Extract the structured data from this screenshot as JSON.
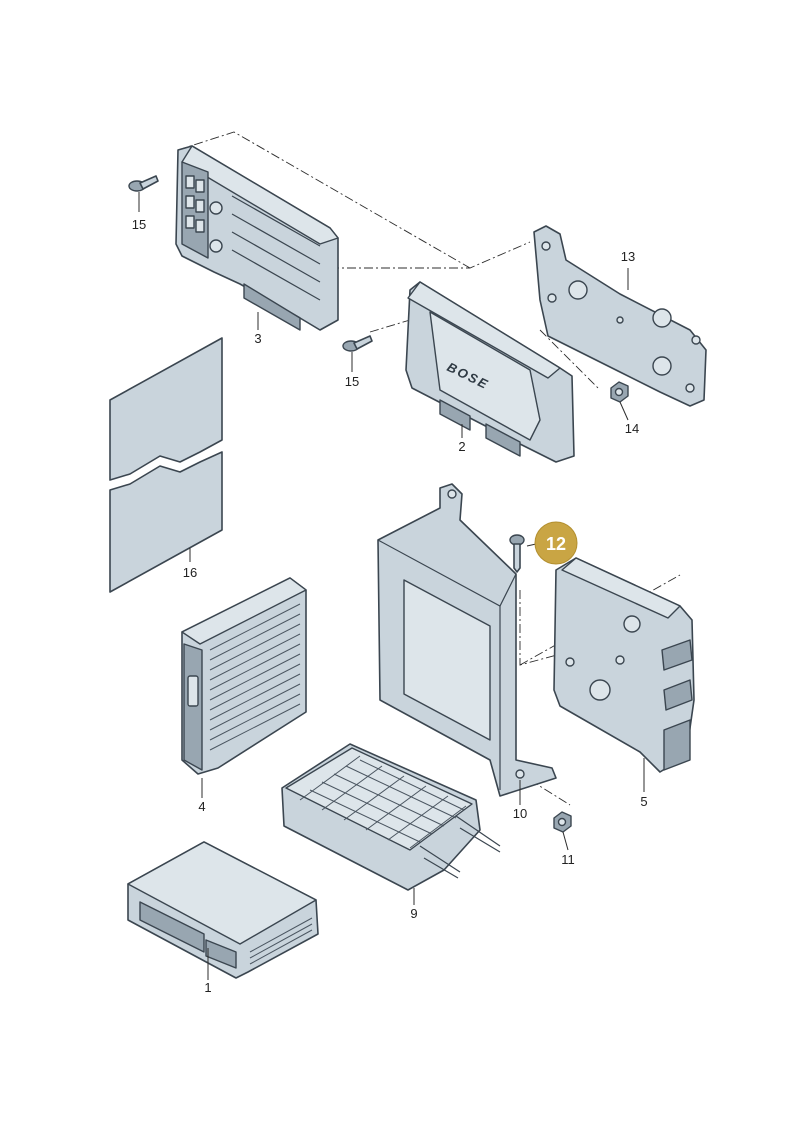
{
  "diagram": {
    "brand_text": "BOSE",
    "highlight_color": "#c9a544",
    "labels": {
      "p1": "1",
      "p2": "2",
      "p3": "3",
      "p4": "4",
      "p5": "5",
      "p9": "9",
      "p10": "10",
      "p11": "11",
      "p12": "12",
      "p13": "13",
      "p14": "14",
      "p15a": "15",
      "p15b": "15",
      "p16": "16"
    },
    "highlighted_part": "12"
  }
}
